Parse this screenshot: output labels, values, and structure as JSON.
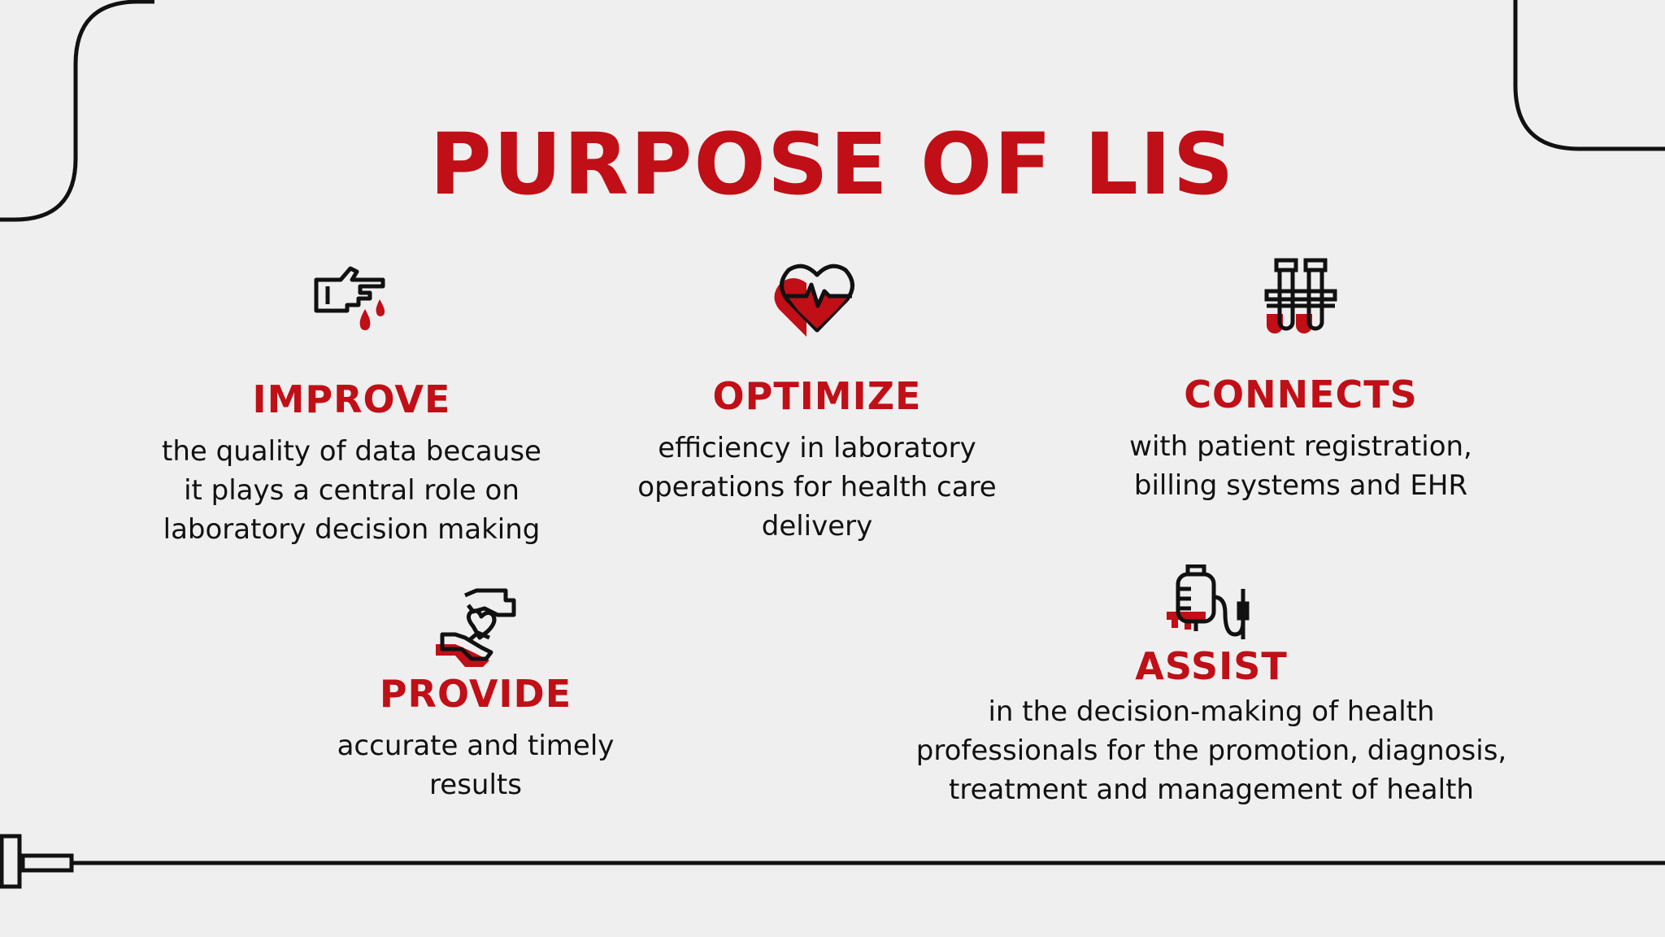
{
  "colors": {
    "accent": "#c00f16",
    "ink": "#111111",
    "background": "#efefef"
  },
  "slide": {
    "title": "PURPOSE OF LIS"
  },
  "cards": [
    {
      "icon": "finger-blood-drop-icon",
      "heading": "IMPROVE",
      "lines": [
        "the quality of data because",
        "it plays a central role on",
        "laboratory decision making"
      ]
    },
    {
      "icon": "heartbeat-heart-icon",
      "heading": "OPTIMIZE",
      "lines": [
        "efficiency in laboratory",
        "operations for health care",
        "delivery"
      ]
    },
    {
      "icon": "test-tubes-icon",
      "heading": "CONNECTS",
      "lines": [
        "with patient registration,",
        "billing systems and EHR"
      ]
    },
    {
      "icon": "hands-heart-icon",
      "heading": "PROVIDE",
      "lines": [
        "accurate and timely",
        "results"
      ]
    },
    {
      "icon": "iv-bag-icon",
      "heading": "ASSIST",
      "lines": [
        "in the decision-making of health",
        "professionals for the promotion, diagnosis,",
        "treatment and management of health"
      ]
    }
  ]
}
